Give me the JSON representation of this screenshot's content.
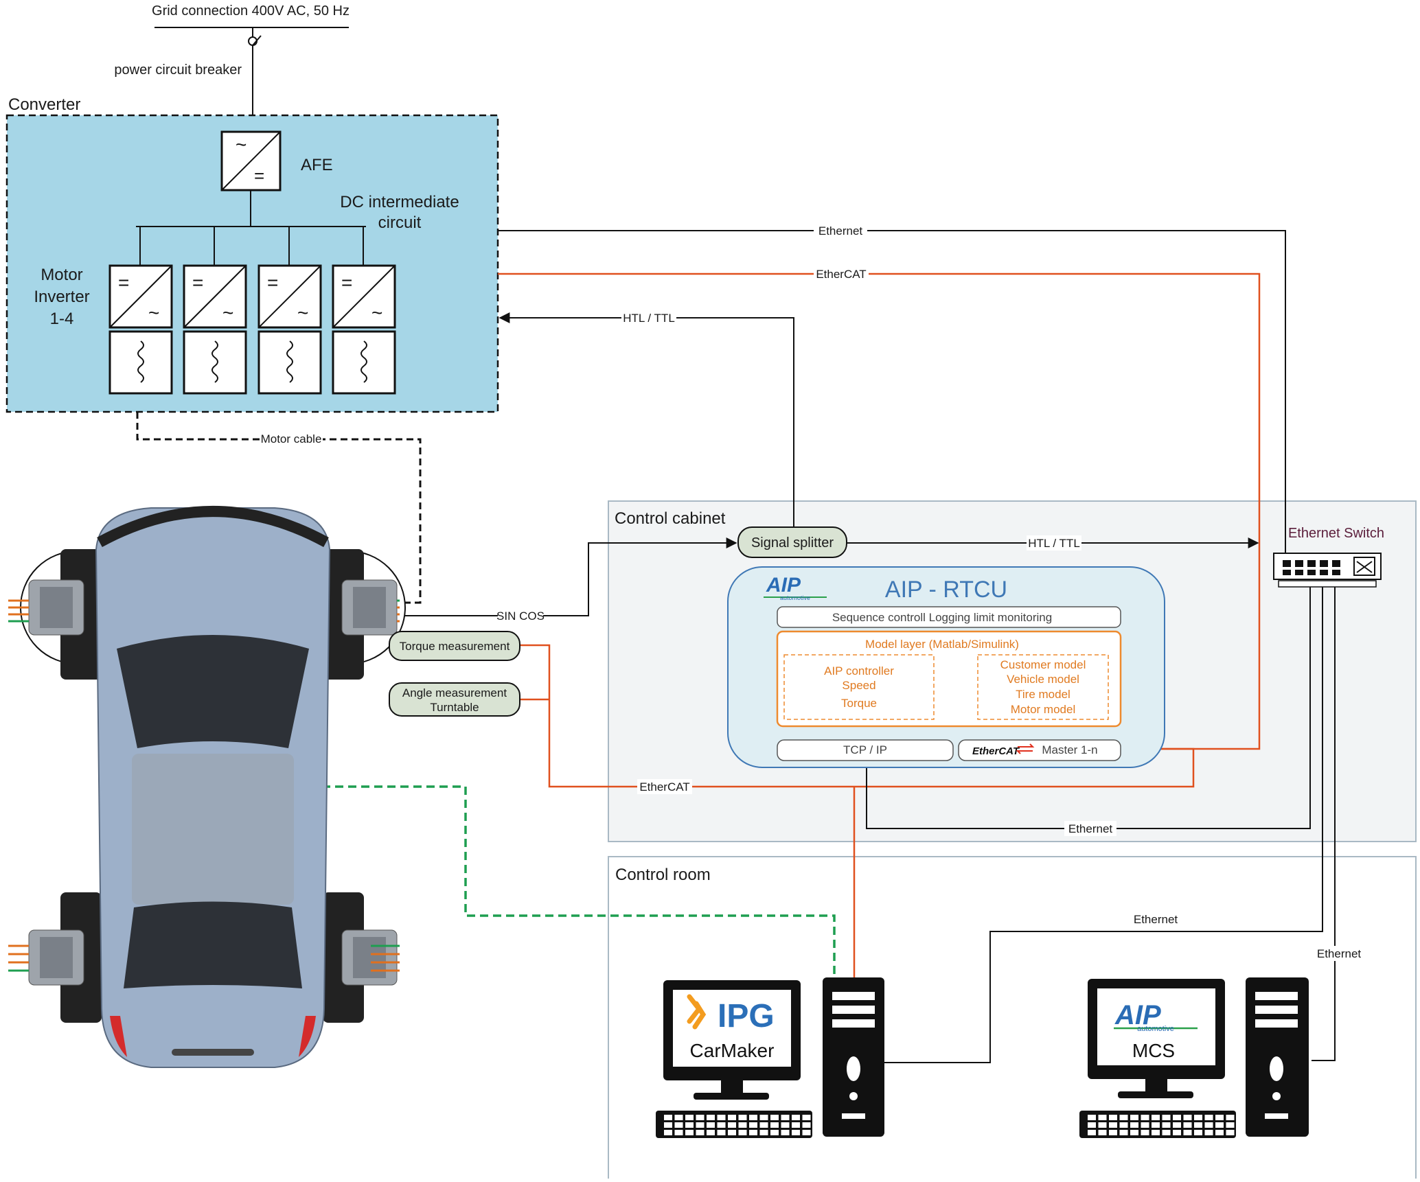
{
  "grid": {
    "title": "Grid connection 400V AC, 50 Hz",
    "breaker": "power circuit breaker"
  },
  "converter": {
    "title": "Converter",
    "afe": "AFE",
    "dc_line1": "DC intermediate",
    "dc_line2": "circuit",
    "inv_line1": "Motor",
    "inv_line2": "Inverter",
    "inv_line3": "1-4",
    "motor_cable": "Motor cable"
  },
  "connections": {
    "ethernet_top": "Ethernet",
    "ethercat_top": "EtherCAT",
    "htl_top": "HTL / TTL",
    "htl_mid": "HTL / TTL",
    "sin_cos": "SIN COS",
    "ethercat_bottom": "EtherCAT",
    "ethernet_cabinet": "Ethernet",
    "ethernet_room1": "Ethernet",
    "ethernet_room2": "Ethernet"
  },
  "sensors": {
    "torque": "Torque measurement",
    "angle_line1": "Angle measurement",
    "angle_line2": "Turntable"
  },
  "cabinet": {
    "title": "Control cabinet",
    "splitter": "Signal splitter",
    "switch": "Ethernet Switch",
    "rtcu_title": "AIP - RTCU",
    "logo_text": "AIP",
    "logo_sub": "automotive",
    "sequence": "Sequence controll Logging limit monitoring",
    "model_layer": "Model layer (Matlab/Simulink)",
    "aip_ctrl": [
      "AIP controller",
      "Speed",
      "Torque"
    ],
    "customer": [
      "Customer model",
      "Vehicle model",
      "Tire model",
      "Motor model"
    ],
    "tcp": "TCP / IP",
    "ethercat_logo": "EtherCAT",
    "master": "Master 1-n"
  },
  "room": {
    "title": "Control room",
    "ipg_logo": "IPG",
    "carmaker": "CarMaker",
    "mcs_logo": "AIP",
    "mcs_logo_sub": "automotive",
    "mcs": "MCS"
  },
  "colors": {
    "converter_fill": "#a6d6e7",
    "ethercat": "#e0501e",
    "green_link": "#1e9e50",
    "rtcu_border": "#3f78b5",
    "model_orange": "#ee8a2e",
    "cabinet_fill": "#f2f4f5",
    "splitter_fill": "#d9e3d3"
  }
}
